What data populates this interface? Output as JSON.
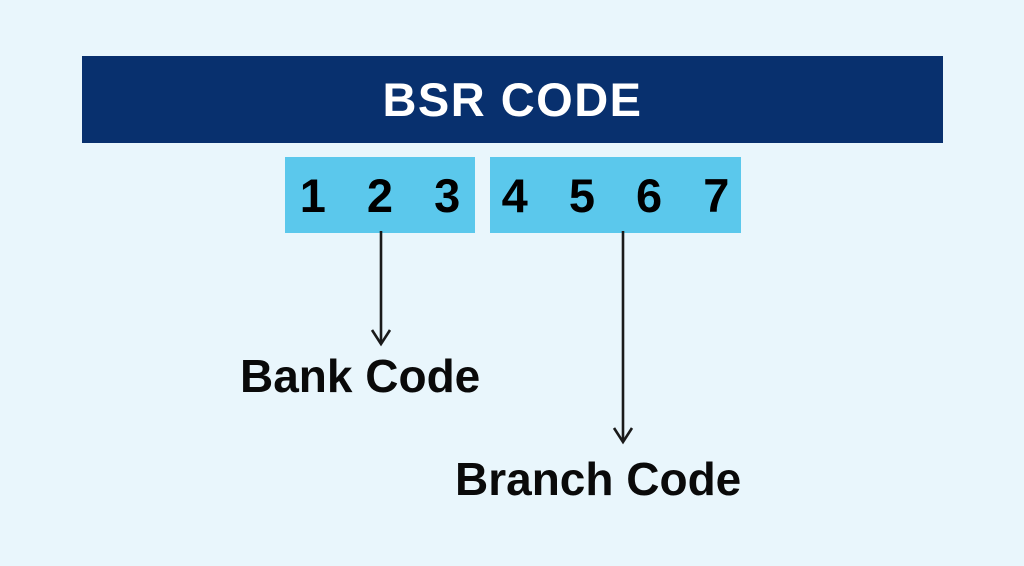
{
  "background_color": "#e9f6fc",
  "header": {
    "title": "BSR CODE",
    "bar_color": "#08306e",
    "text_color": "#ffffff"
  },
  "code": {
    "box_color": "#5bc8ec",
    "digit_color": "#000000",
    "segments": [
      {
        "id": "bank",
        "digits": "1 2 3",
        "digit_count": 3,
        "label": "Bank Code"
      },
      {
        "id": "branch",
        "digits": "4 5 6 7",
        "digit_count": 4,
        "label": "Branch Code"
      }
    ]
  },
  "connectors": {
    "line_color": "#1a1a1a",
    "items": [
      {
        "id": "bank-connector",
        "icon": "down-arrow-icon",
        "target": "Bank Code"
      },
      {
        "id": "branch-connector",
        "icon": "down-arrow-icon",
        "target": "Branch Code"
      }
    ]
  }
}
